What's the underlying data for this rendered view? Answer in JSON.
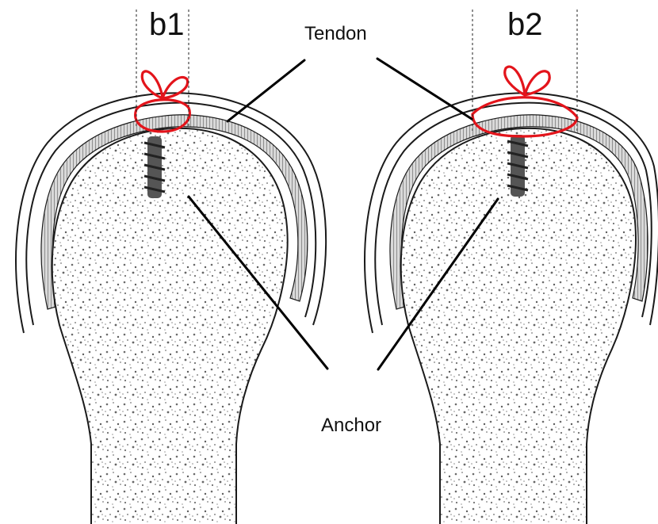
{
  "labels": {
    "panel_left": "b1",
    "panel_right": "b2",
    "tendon": "Tendon",
    "anchor": "Anchor"
  },
  "colors": {
    "suture": "#e3141b",
    "line": "#1a1a1a",
    "stipple": "#6b6b6b"
  }
}
